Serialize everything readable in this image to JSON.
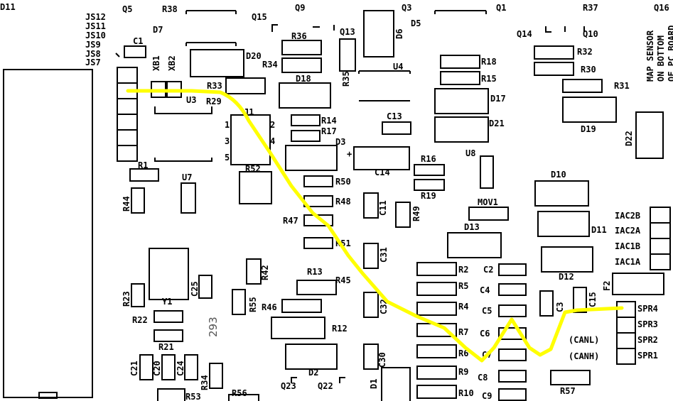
{
  "board": {
    "labels": [
      "D11",
      "Q5",
      "R38",
      "Q9",
      "Q3",
      "Q1",
      "R37",
      "Q16",
      "JS12",
      "JS11",
      "JS10",
      "JS9",
      "JS8",
      "JS7",
      "D7",
      "C1",
      "Q15",
      "R36",
      "Q13",
      "D6",
      "D5",
      "Q14",
      "Q10",
      "R32",
      "MAP SENSOR",
      "ON BOTTOM",
      "OF PC BOARD",
      "XB1",
      "XB2",
      "D20",
      "R34",
      "R35",
      "U4",
      "R18",
      "R30",
      "R15",
      "R31",
      "R33",
      "D18",
      "D17",
      "R29",
      "U3",
      "J1",
      "R14",
      "R17",
      "C13",
      "D21",
      "D19",
      "D22",
      "D3",
      "U8",
      "R1",
      "C14",
      "R16",
      "U7",
      "R52",
      "R50",
      "R19",
      "D10",
      "R44",
      "R48",
      "C11",
      "R49",
      "MOV1",
      "IAC2B",
      "R47",
      "IAC2A",
      "D13",
      "D11",
      "R51",
      "IAC1B",
      "C31",
      "R42",
      "IAC1A",
      "D12",
      "R13",
      "R2",
      "C2",
      "F2",
      "Y1",
      "C25",
      "R45",
      "R5",
      "C4",
      "R23",
      "R55",
      "C32",
      "R4",
      "C3",
      "C15",
      "R46",
      "C5",
      "SPR4",
      "R22",
      "R12",
      "R7",
      "C6",
      "SPR3",
      "R6",
      "C7",
      "(CANL)",
      "SPR2",
      "R21",
      "C30",
      "(CANH)",
      "SPR1",
      "D2",
      "R9",
      "C8",
      "C21",
      "C20",
      "C24",
      "R34",
      "R57",
      "D1",
      "Q23",
      "Q22",
      "R53",
      "R56",
      "R10",
      "C9",
      "1",
      "2",
      "3",
      "4",
      "5",
      "+"
    ],
    "handwritten_note": "293"
  },
  "trace": {
    "color": "#ffff00"
  }
}
